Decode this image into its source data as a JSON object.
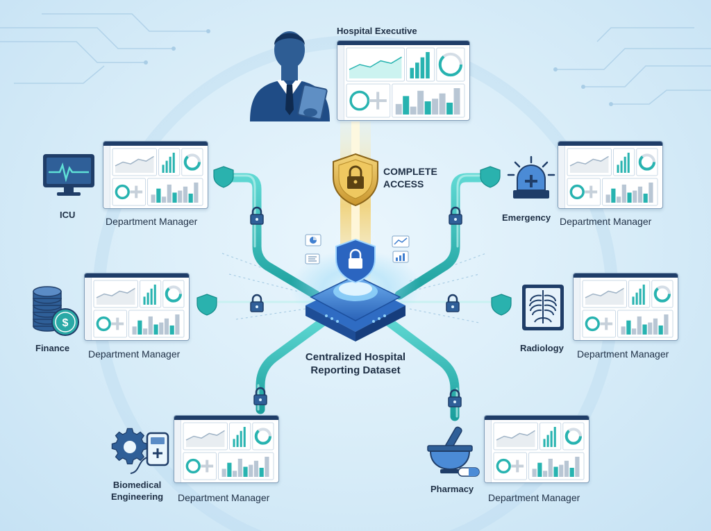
{
  "center": {
    "title_line1": "Centralized Hospital",
    "title_line2": "Reporting Dataset"
  },
  "executive": {
    "label": "Hospital Executive",
    "access_line1": "COMPLETE",
    "access_line2": "ACCESS"
  },
  "departments": {
    "icu": {
      "name": "ICU",
      "role": "Department Manager"
    },
    "emergency": {
      "name": "Emergency",
      "role": "Department Manager"
    },
    "finance": {
      "name": "Finance",
      "role": "Department Manager"
    },
    "radiology": {
      "name": "Radiology",
      "role": "Department Manager"
    },
    "biomedical": {
      "name_line1": "Biomedical",
      "name_line2": "Engineering",
      "role": "Department Manager"
    },
    "pharmacy": {
      "name": "Pharmacy",
      "role": "Department Manager"
    }
  },
  "colors": {
    "teal": "#27b3b0",
    "navy": "#1f3d68",
    "gold": "#e0b64a",
    "blue": "#3f7fd0"
  },
  "icons": [
    "executive-avatar-icon",
    "monitor-icon",
    "coins-icon",
    "gear-icon",
    "siren-icon",
    "xray-icon",
    "mortar-pestle-icon",
    "shield-lock-icon",
    "padlock-icon",
    "server-hub-icon"
  ]
}
